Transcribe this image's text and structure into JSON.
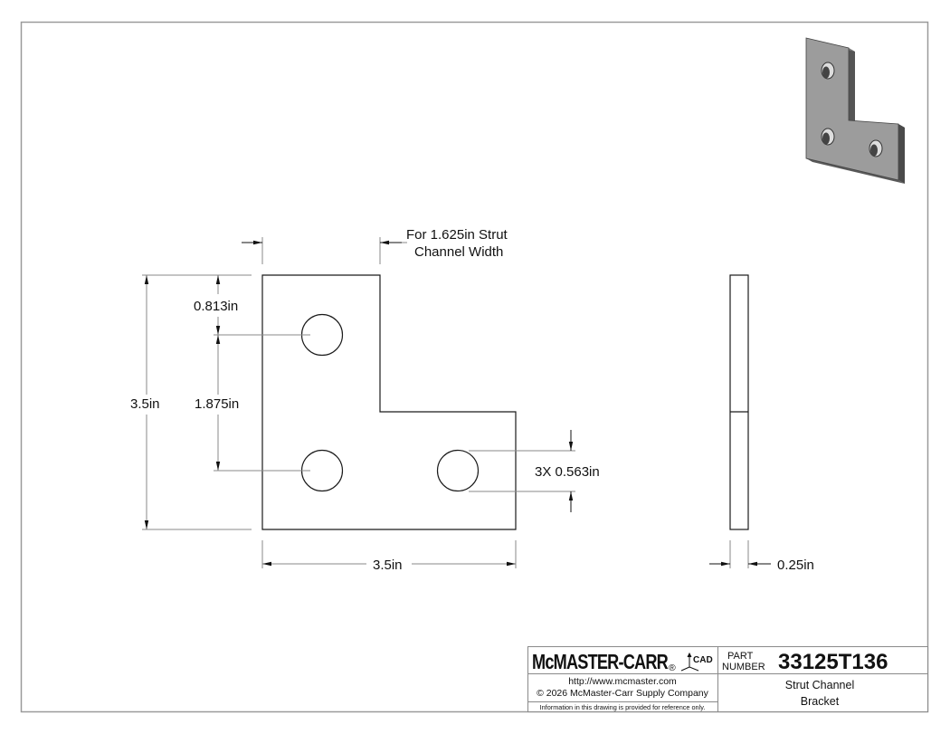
{
  "drawing": {
    "type": "technical-drawing",
    "units": "in",
    "colors": {
      "line": "#1a1a1a",
      "dim_line": "#8a8a8a",
      "frame": "#9a9a9a",
      "iso_face": "#9c9c9c",
      "iso_edge": "#5a5a5a"
    },
    "annotations": {
      "note_line1": "For 1.625in Strut",
      "note_line2": "Channel Width",
      "height_overall": "3.5in",
      "hole_offset_top": "0.813in",
      "hole_spacing_vertical": "1.875in",
      "hole_diameter": "3X 0.563in",
      "width_overall": "3.5in",
      "thickness": "0.25in"
    },
    "views": [
      "front-view",
      "side-view",
      "isometric-view"
    ]
  },
  "title_block": {
    "logo": "McMASTER-CARR",
    "logo_registered": "®",
    "cad_mark": "CAD",
    "part_label_line1": "PART",
    "part_label_line2": "NUMBER",
    "part_number": "33125T136",
    "url": "http://www.mcmaster.com",
    "copyright": "© 2026 McMaster-Carr Supply Company",
    "disclaimer": "Information in this drawing is provided for reference only.",
    "description_line1": "Strut Channel",
    "description_line2": "Bracket"
  }
}
